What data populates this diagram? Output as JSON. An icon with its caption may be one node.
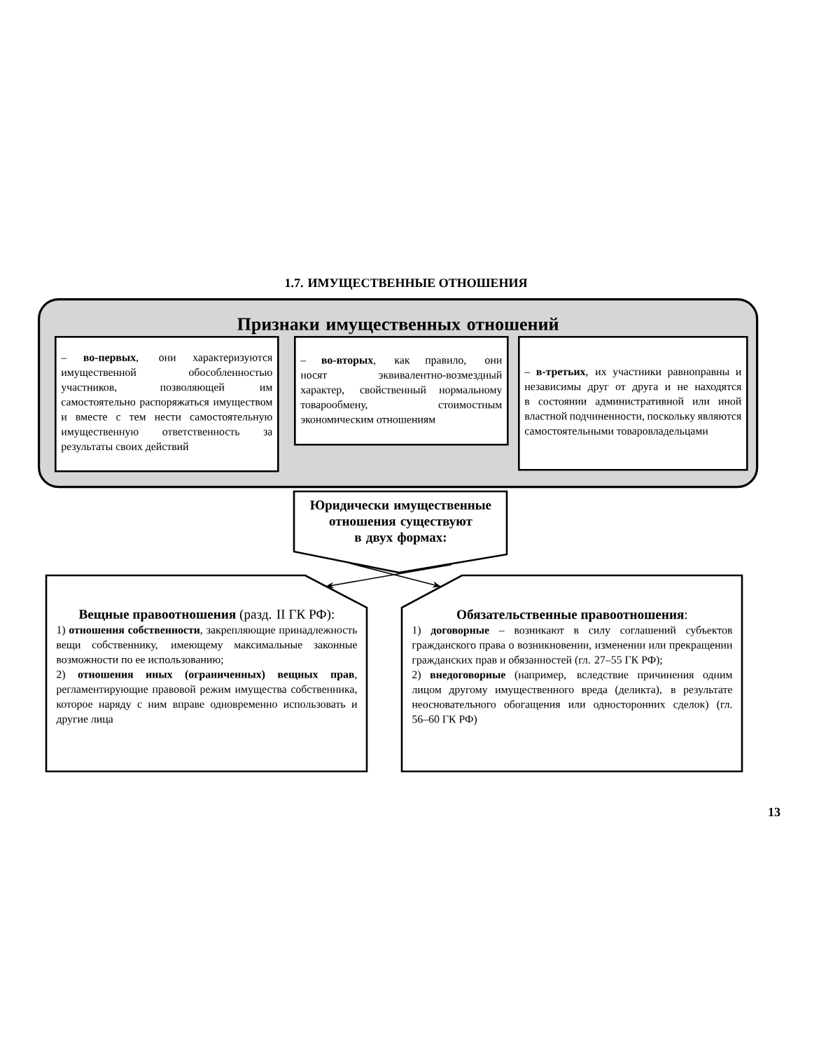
{
  "diagram": {
    "title": "1.7. ИМУЩЕСТВЕННЫЕ ОТНОШЕНИЯ",
    "nodes": [
      {
        "text": [
          "Признаки имущественных отношений"
        ]
      },
      {
        "text": [
          "– **во-первых**, они характеризуются имущественной обособленностью участников, позволяющей им самостоятельно распоряжаться имуществом и вместе с тем нести самостоятельную имущественную ответственность за результаты своих действий"
        ],
        "in": 0
      },
      {
        "text": [
          "– **во-вторых**, как правило, они носят эквивалентно-возмездный характер, свойственный нормальному товарообмену, стоимостным экономическим отношениям"
        ],
        "in": 0
      },
      {
        "text": [
          "– **в-третьих**, их участники равноправны и независимы друг от друга и не находятся в состоянии административной или иной властной подчиненности, поскольку являются самостоятельными товаровладельцами"
        ],
        "in": 0
      },
      {
        "text": [
          "Юридически имущественные отношения существуют в двух формах:"
        ]
      },
      {
        "text": [
          "**Вещные правоотношения** (разд. II ГК РФ):",
          "1) **отношения собственности**, закрепляющие принадлежность вещи собственнику, имеющему максимальные законные возможности по ее использованию;",
          "2) **отношения иных (ограниченных) вещных прав**, регламентирующие правовой режим имущества собственника, которое наряду с ним вправе одновременно использовать и другие лица"
        ]
      },
      {
        "text": [
          "**Обязательственные правоотношения**:",
          "1) **договорные** – возникают в силу соглашений субъектов гражданского права о возникновении, изменении или прекращении гражданских прав и обязанностей (гл. 27–55 ГК РФ);",
          "2) **внедоговорные** (например, вследствие причинения одним лицом другому имущественного вреда (деликта), в результате неосновательного обогащения или односторонних сделок) (гл. 56–60 ГК РФ)"
        ]
      }
    ],
    "edges": [
      {
        "from": 4,
        "to": 5,
        "arrow": "to"
      },
      {
        "from": 4,
        "to": 6,
        "arrow": "to"
      }
    ],
    "labels": [
      "13"
    ]
  }
}
